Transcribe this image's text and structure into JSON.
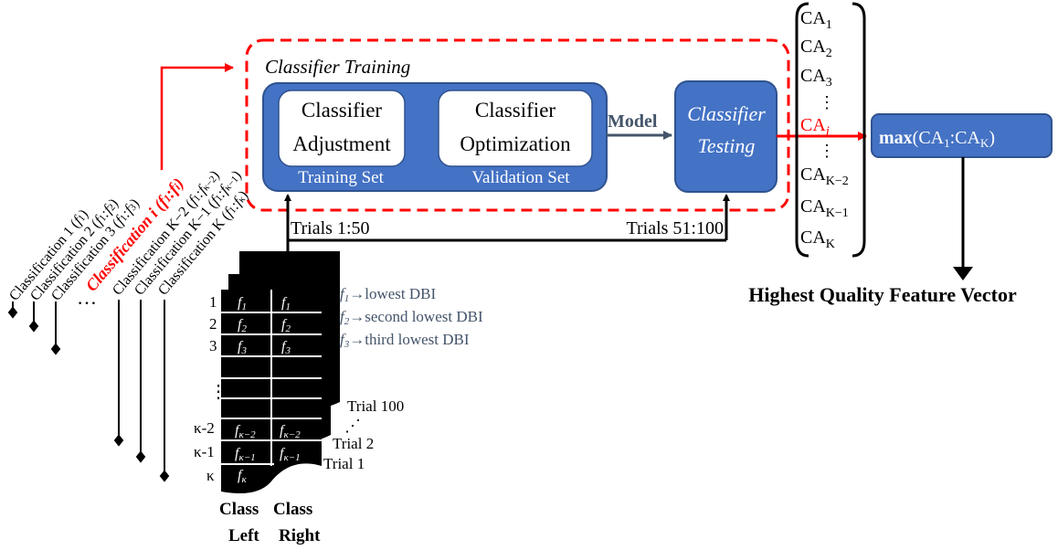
{
  "training": {
    "title": "Classifier Training",
    "adjustment": [
      "Classifier",
      "Adjustment"
    ],
    "optimization": [
      "Classifier",
      "Optimization"
    ],
    "training_set": "Training Set",
    "validation_set": "Validation Set",
    "model": "Model",
    "testing": [
      "Classifier",
      "Testing"
    ],
    "trials_left": "Trials 1:50",
    "trials_right": "Trials 51:100"
  },
  "accuracies": {
    "items": [
      {
        "base": "CA",
        "sub": "1"
      },
      {
        "base": "CA",
        "sub": "2"
      },
      {
        "base": "CA",
        "sub": "3"
      },
      {
        "base": "CA",
        "sub": "i"
      },
      {
        "base": "CA",
        "sub": "K−2"
      },
      {
        "base": "CA",
        "sub": "K−1"
      },
      {
        "base": "CA",
        "sub": "K"
      }
    ],
    "dots": "⋮"
  },
  "max_box": {
    "bold": "max",
    "open": "(CA",
    "sub1": "1",
    "colon": ":CA",
    "sub2": "K",
    "close": ")"
  },
  "result": "Highest Quality Feature Vector",
  "classifications": [
    {
      "label": "Classification 1 (",
      "feat": "f",
      "sub": "1",
      "tail": ")"
    },
    {
      "label": "Classification 2 (",
      "feat": "f",
      "sub": "1",
      "mid": ":f",
      "sub2": "2",
      "tail": ")"
    },
    {
      "label": "Classification 3 (",
      "feat": "f",
      "sub": "1",
      "mid": ":f",
      "sub2": "3",
      "tail": ")"
    },
    {
      "label": "Classification i (f",
      "sub": "1",
      "mid": ":f",
      "sub2": "i",
      "tail": ")",
      "highlight": true
    },
    {
      "label": "Classification K−2 (",
      "feat": "f",
      "sub": "1",
      "mid": ":f",
      "sub2": "κ−2",
      "tail": ")"
    },
    {
      "label": "Classification K−1 (",
      "feat": "f",
      "sub": "1",
      "mid": ":f",
      "sub2": "κ−1",
      "tail": ")"
    },
    {
      "label": "Classification K (",
      "feat": "f",
      "sub": "1",
      "mid": ":f",
      "sub2": "κ",
      "tail": ")"
    }
  ],
  "ellipsis": "…",
  "feature_table": {
    "rows": [
      "1",
      "2",
      "3",
      "⋮",
      "κ-2",
      "κ-1",
      "κ"
    ],
    "cells": [
      {
        "f": "f",
        "s": "1"
      },
      {
        "f": "f",
        "s": "2"
      },
      {
        "f": "f",
        "s": "3"
      },
      {
        "f": "f",
        "s": "κ−2"
      },
      {
        "f": "f",
        "s": "κ−1"
      },
      {
        "f": "f",
        "s": "κ"
      }
    ],
    "col_labels": [
      "Class",
      "Class",
      "Left",
      "Right"
    ],
    "trials": [
      "Trial 100",
      "Trial 2",
      "Trial 1"
    ],
    "trial_dots": "⋰"
  },
  "legend": [
    {
      "f": "f",
      "s": "1",
      "arrow": "→",
      "text": "lowest DBI"
    },
    {
      "f": "f",
      "s": "2",
      "arrow": "→",
      "text": "second lowest DBI"
    },
    {
      "f": "f",
      "s": "3",
      "arrow": "→",
      "text": "third lowest DBI"
    }
  ],
  "colors": {
    "box": "#4472c4",
    "box_border": "#2f528f",
    "red": "#ff0000",
    "gray_text": "#44546a"
  }
}
